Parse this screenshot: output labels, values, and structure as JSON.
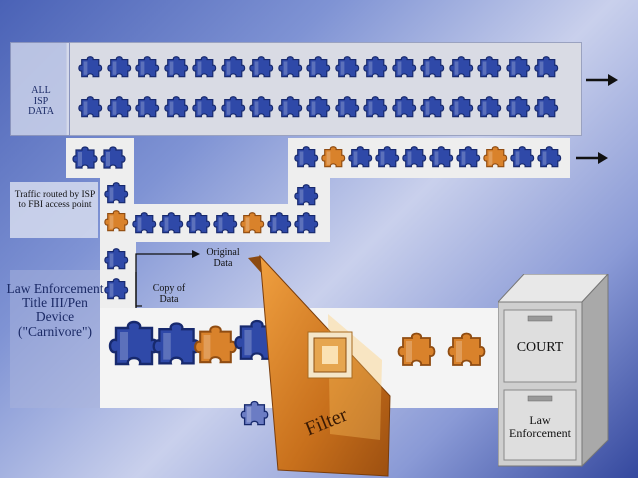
{
  "labels": {
    "all_isp_data": "ALL ISP DATA",
    "traffic_routed": "Traffic routed by ISP to FBI access point",
    "carnivore": "Law Enforcement Title III/Pen Device (\"Carnivore\")",
    "original_data": "Original Data",
    "copy_of_data": "Copy of Data",
    "filter": "Filter",
    "court": "COURT",
    "law_enforcement": "Law Enforcement"
  },
  "colors": {
    "piece_blue": "#2f49a8",
    "piece_orange": "#d9822b",
    "filter_orange": "#d0801f",
    "strip_gray": "#d6d9e4",
    "cabinet_gray": "#c9c9c9"
  }
}
